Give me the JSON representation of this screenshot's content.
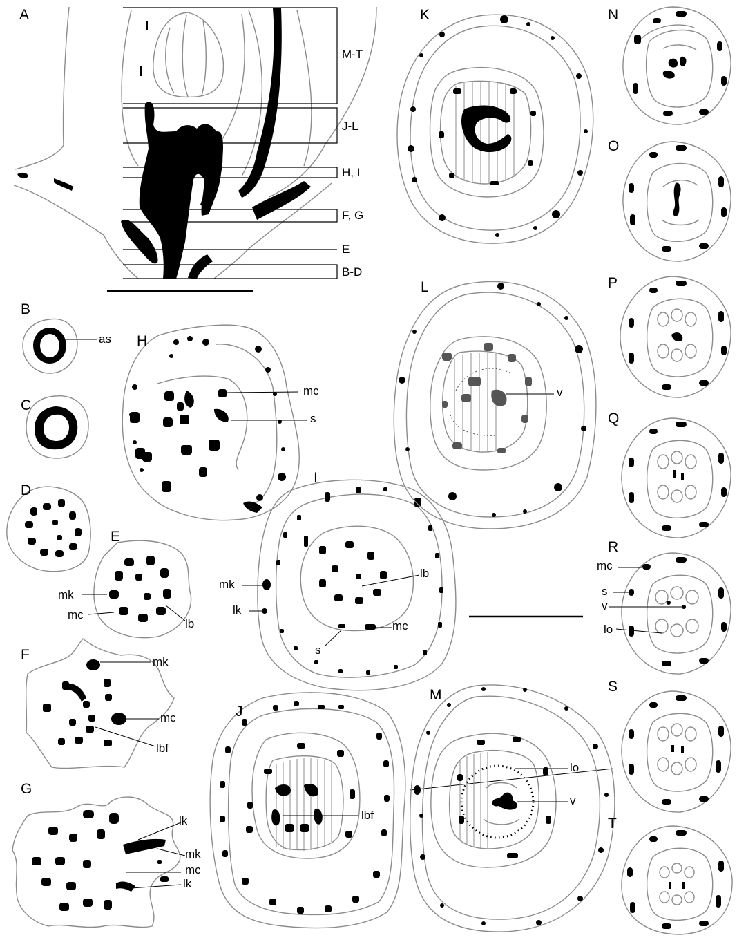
{
  "panel_labels": {
    "A": "A",
    "B": "B",
    "C": "C",
    "D": "D",
    "E": "E",
    "F": "F",
    "G": "G",
    "H": "H",
    "I": "I",
    "J": "J",
    "K": "K",
    "L": "L",
    "M": "M",
    "N": "N",
    "O": "O",
    "P": "P",
    "Q": "Q",
    "R": "R",
    "S": "S",
    "T": "T"
  },
  "level_labels": {
    "mt": "M-T",
    "jl": "J-L",
    "hi": "H, I",
    "fg": "F, G",
    "e": "E",
    "bd": "B-D"
  },
  "structure_labels": {
    "as": "as",
    "mc": "mc",
    "s": "s",
    "mk": "mk",
    "lb": "lb",
    "lbf": "lbf",
    "lk": "lk",
    "v": "v",
    "lo": "lo"
  },
  "colors": {
    "outline": "#8c8c8c",
    "vascular": "#000000",
    "shaded": "#555555",
    "background": "#ffffff"
  }
}
